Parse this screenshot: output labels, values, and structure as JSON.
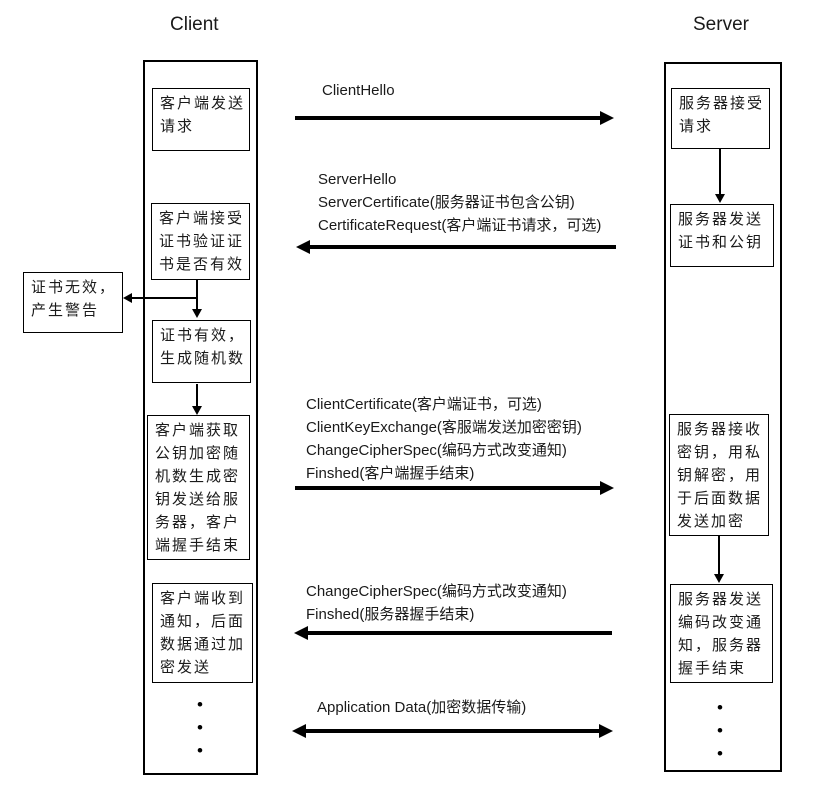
{
  "diagram": {
    "title_client": "Client",
    "title_server": "Server",
    "client_steps": [
      "客户端发送\n请求",
      "客户端接受\n证书验证证\n书是否有效",
      "证书有效，\n生成随机数",
      "客户端获取\n公钥加密随\n机数生成密\n钥发送给服\n务器，客户\n端握手结束",
      "客户端收到\n通知，后面\n数据通过加\n密发送"
    ],
    "warning_box": "证书无效，\n产生警告",
    "server_steps": [
      "服务器接受\n请求",
      "服务器发送\n证书和公钥",
      "服务器接收\n密钥，用私\n钥解密，用\n于后面数据\n发送加密",
      "服务器发送\n编码改变通\n知，服务器\n握手结束"
    ],
    "messages": [
      {
        "direction": "right",
        "lines": [
          "ClientHello"
        ]
      },
      {
        "direction": "left",
        "lines": [
          "ServerHello",
          "ServerCertificate(服务器证书包含公钥)",
          "CertificateRequest(客户端证书请求，可选)"
        ]
      },
      {
        "direction": "right",
        "lines": [
          "ClientCertificate(客户端证书，可选)",
          "ClientKeyExchange(客服端发送加密密钥)",
          "ChangeCipherSpec(编码方式改变通知)",
          "Finshed(客户端握手结束)"
        ]
      },
      {
        "direction": "left",
        "lines": [
          "ChangeCipherSpec(编码方式改变通知)",
          "Finshed(服务器握手结束)"
        ]
      },
      {
        "direction": "both",
        "lines": [
          "Application Data(加密数据传输)"
        ]
      }
    ],
    "ellipsis": "•\n•\n•",
    "colors": {
      "line": "#000000",
      "background": "#ffffff",
      "text": "#1a1a1a"
    }
  }
}
